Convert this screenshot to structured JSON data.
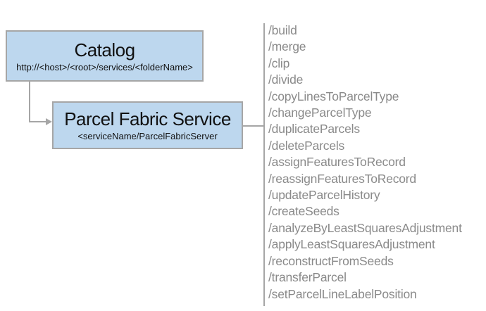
{
  "nodes": {
    "catalog": {
      "title": "Catalog",
      "subtitle": "http://<host>/<root>/services/<folderName>"
    },
    "service": {
      "title": "Parcel Fabric Service",
      "subtitle": "<serviceName/ParcelFabricServer"
    }
  },
  "endpoints": [
    "/build",
    "/merge",
    "/clip",
    "/divide",
    "/copyLinesToParcelType",
    "/changeParcelType",
    "/duplicateParcels",
    "/deleteParcels",
    "/assignFeaturesToRecord",
    "/reassignFeaturesToRecord",
    "/updateParcelHistory",
    "/createSeeds",
    "/analyzeByLeastSquaresAdjustment",
    "/applyLeastSquaresAdjustment",
    "/reconstructFromSeeds",
    "/transferParcel",
    "/setParcelLineLabelPosition"
  ],
  "colors": {
    "node_fill": "#bdd7ee",
    "node_border": "#a6a6a6",
    "connector": "#a6a6a6",
    "endpoint_text": "#8a8a8a",
    "title_text": "#111111"
  }
}
